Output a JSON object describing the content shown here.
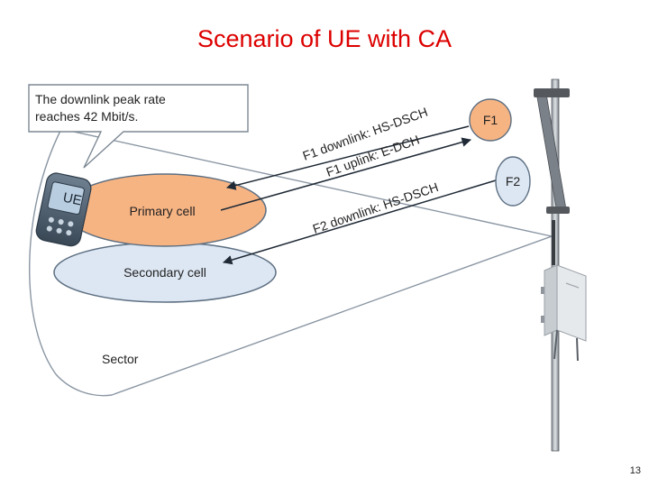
{
  "slide": {
    "title": "Scenario of UE with CA",
    "page_number": "13"
  },
  "callout": {
    "line1": "The downlink peak rate",
    "line2": "reaches 42 Mbit/s."
  },
  "device": {
    "label": "UE"
  },
  "cells": {
    "primary": "Primary cell",
    "secondary": "Secondary cell",
    "sector": "Sector"
  },
  "carriers": {
    "f1": "F1",
    "f2": "F2"
  },
  "links": {
    "f1_downlink": "F1 downlink: HS-DSCH",
    "f1_uplink": "F1 uplink: E-DCH",
    "f2_downlink": "F2 downlink: HS-DSCH"
  },
  "colors": {
    "title": "#dd0000",
    "primary_cell": "#f7b483",
    "secondary_cell": "#dde7f3",
    "f1_carrier": "#f7b483",
    "f2_carrier": "#dde7f3",
    "outline": "#5d6f82"
  }
}
